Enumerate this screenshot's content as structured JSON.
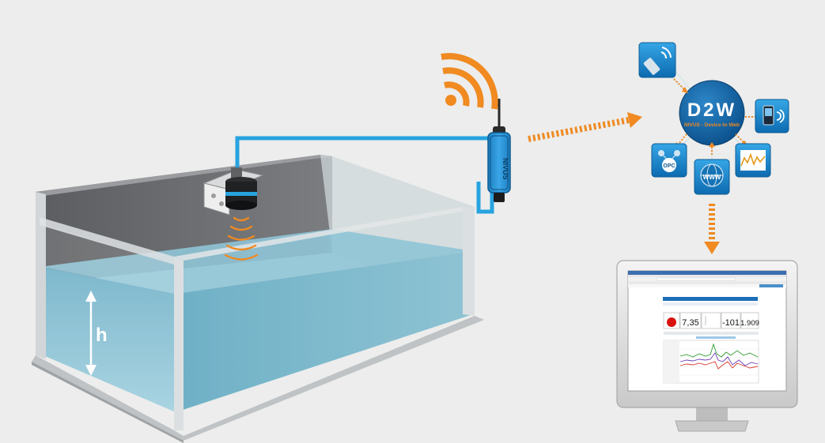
{
  "tank": {
    "level_label": "h"
  },
  "logger": {
    "brand": "NIVUS"
  },
  "hub": {
    "logo": "D2W",
    "caption": "NIVUS - Device to Web"
  },
  "services": [
    {
      "name": "handheld-device-icon"
    },
    {
      "name": "mobile-phone-icon"
    },
    {
      "name": "trend-chart-icon"
    },
    {
      "name": "www-globe-icon",
      "label": "WWW"
    },
    {
      "name": "opc-network-icon",
      "label": "OPC"
    }
  ],
  "monitor": {
    "readings": [
      "7,35",
      "-101",
      "1.909"
    ]
  },
  "colors": {
    "accent": "#f08a21",
    "cable": "#27a3e0",
    "water": "#7fb8cc",
    "hub": "#0e5c9e"
  }
}
